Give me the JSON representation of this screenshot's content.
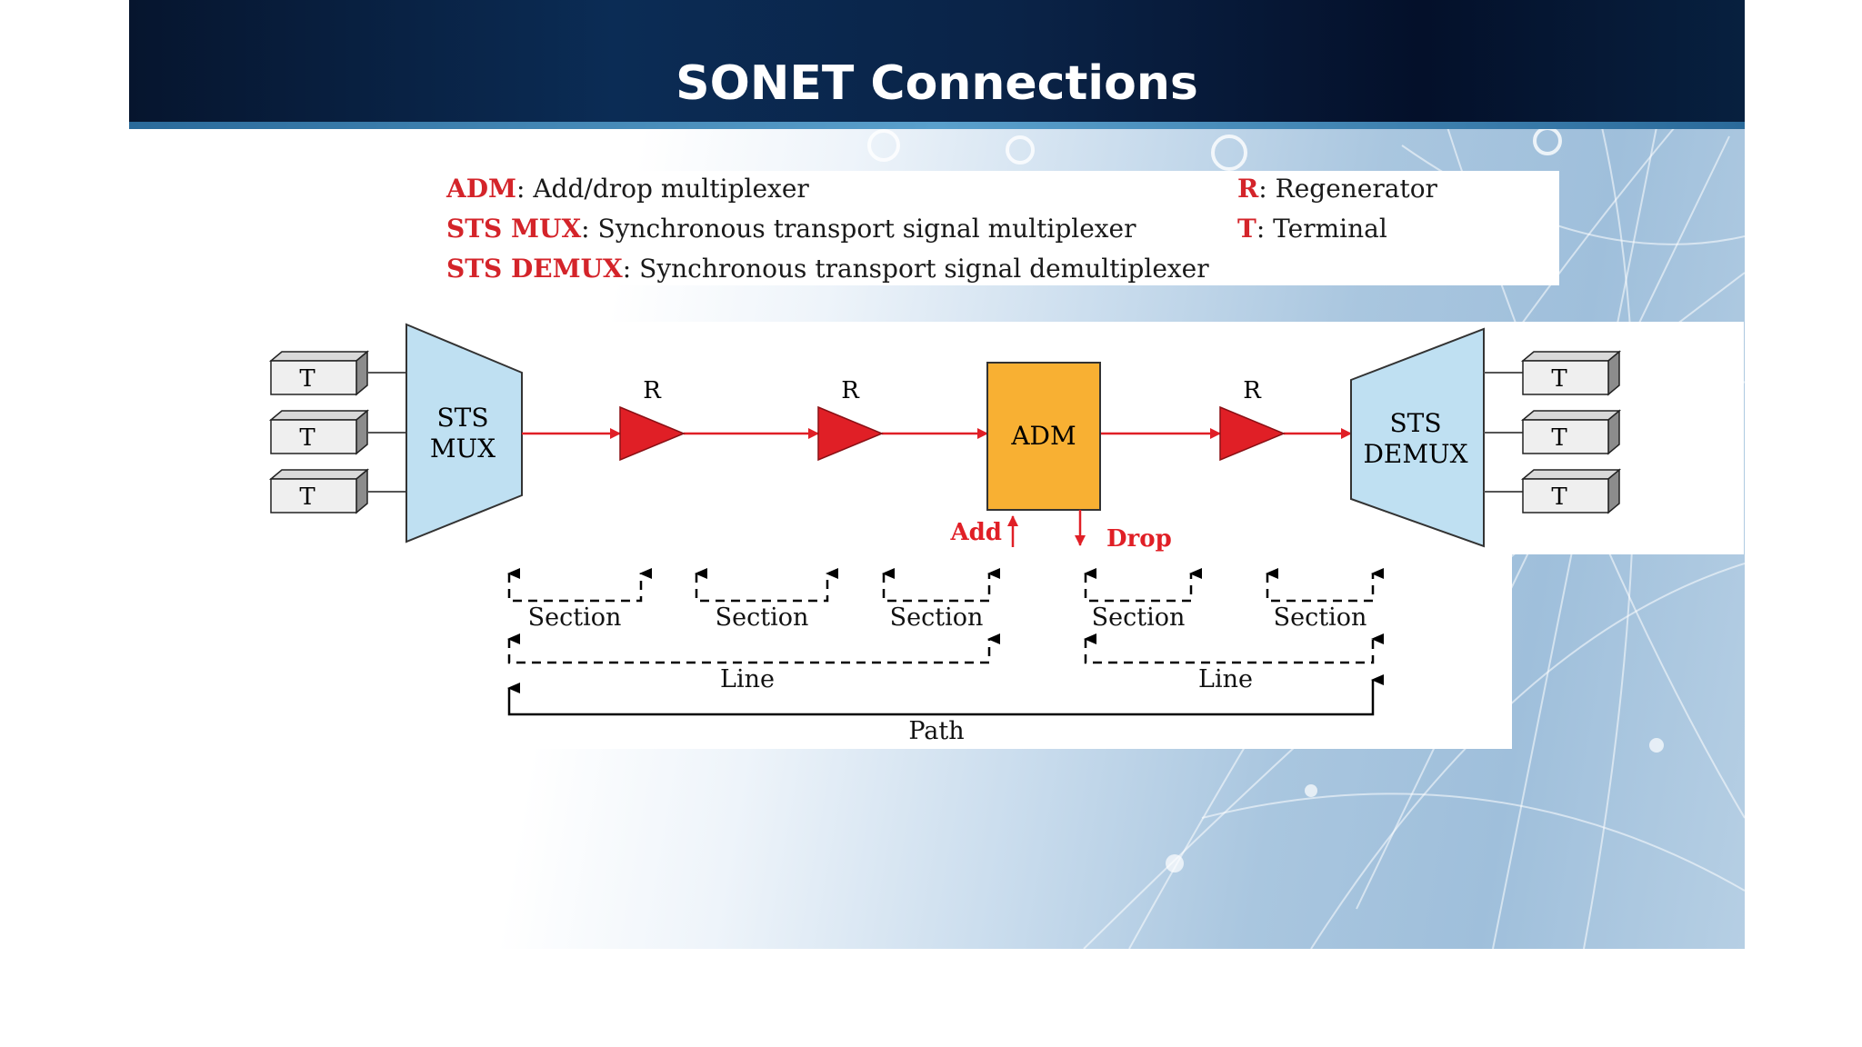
{
  "title": "SONET Connections",
  "legend": [
    {
      "key": "ADM",
      "desc": ": Add/drop multiplexer"
    },
    {
      "key": "STS MUX",
      "desc": ": Synchronous transport signal multiplexer"
    },
    {
      "key": "STS DEMUX",
      "desc": ": Synchronous transport signal demultiplexer"
    },
    {
      "key": "R",
      "desc": ": Regenerator"
    },
    {
      "key": "T",
      "desc": ": Terminal"
    }
  ],
  "diagram": {
    "terminal_label": "T",
    "mux_label": [
      "STS",
      "MUX"
    ],
    "demux_label": [
      "STS",
      "DEMUX"
    ],
    "regenerator_label": "R",
    "adm_label": "ADM",
    "add_label": "Add",
    "drop_label": "Drop",
    "section_label": "Section",
    "line_label": "Line",
    "path_label": "Path"
  },
  "colors": {
    "signal": "#e01f26",
    "adm_fill": "#f8b033",
    "mux_fill": "#bfe0f2",
    "legend_key": "#d4242a"
  }
}
